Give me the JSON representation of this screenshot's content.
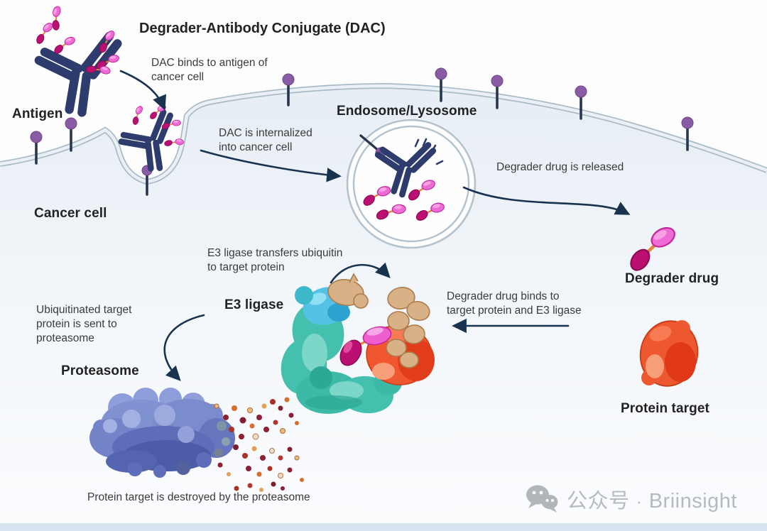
{
  "diagram": {
    "title": "Degrader-Antibody Conjugate (DAC)",
    "labels": {
      "antigen": "Antigen",
      "cancer_cell": "Cancer cell",
      "endosome_lysosome": "Endosome/Lysosome",
      "degrader_drug": "Degrader drug",
      "protein_target": "Protein target",
      "e3_ligase": "E3 ligase",
      "proteasome": "Proteasome"
    },
    "steps": {
      "dac_binds": "DAC binds to antigen of\ncancer cell",
      "dac_internalized": "DAC is internalized\ninto cancer cell",
      "drug_released": "Degrader drug is released",
      "ubiquitin_transfer": "E3 ligase transfers ubiquitin\nto target protein",
      "drug_binds_complex": "Degrader drug binds to\ntarget protein and E3 ligase",
      "sent_to_proteasome": "Ubiquitinated target\nprotein is sent to\nproteasome",
      "target_destroyed": "Protein target is destroyed by the proteasome"
    },
    "watermark": {
      "platform": "公众号",
      "separator": "·",
      "account": "Briinsight",
      "icon": "wechat-icon"
    },
    "colors": {
      "antibody_navy": "#2e3c6d",
      "degrader_magenta": "#bb0f72",
      "degrader_pink": "#ee5ecf",
      "linker_orange": "#e0883f",
      "membrane_line": "#a9bbc7",
      "cell_fill": "#e9eff5",
      "antigen_purple": "#8b5ca6",
      "e3_teal": "#45c0ae",
      "ubiquitin_tan": "#d9b186",
      "target_orange": "#ee5831",
      "proteasome_blue": "#7b8cce",
      "arrow_navy": "#17334f",
      "watermark_gray": "#b7babd"
    }
  }
}
